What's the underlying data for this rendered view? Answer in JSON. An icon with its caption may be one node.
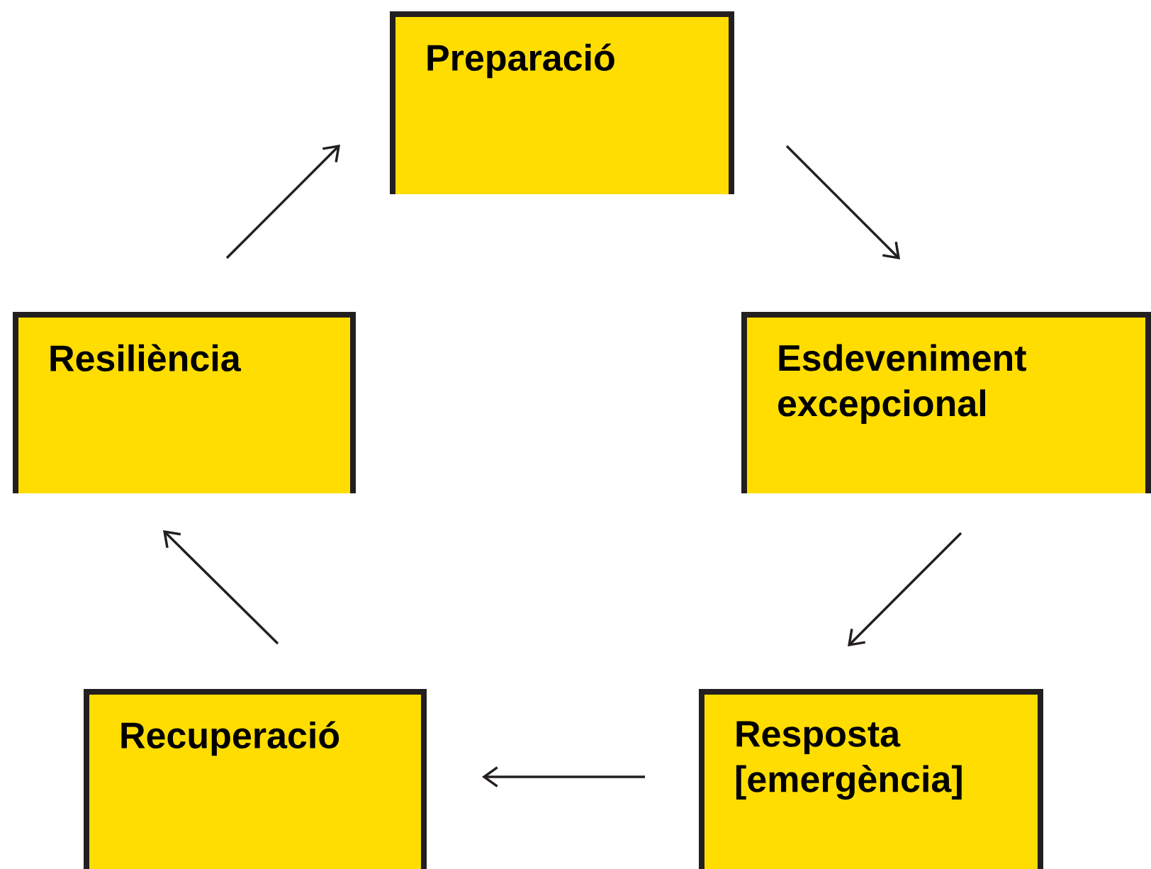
{
  "diagram": {
    "nodes": [
      {
        "text": [
          "Preparació"
        ]
      },
      {
        "text": [
          "Esdeveniment excepcional"
        ]
      },
      {
        "text": [
          "Resposta [emergència]"
        ]
      },
      {
        "text": [
          "Recuperació"
        ]
      },
      {
        "text": [
          "Resiliència"
        ]
      }
    ],
    "edges": [
      {
        "from": 0,
        "to": 1,
        "arrow": "to"
      },
      {
        "from": 1,
        "to": 2,
        "arrow": "to"
      },
      {
        "from": 2,
        "to": 3,
        "arrow": "to"
      },
      {
        "from": 3,
        "to": 4,
        "arrow": "to"
      },
      {
        "from": 4,
        "to": 0,
        "arrow": "to"
      }
    ]
  }
}
